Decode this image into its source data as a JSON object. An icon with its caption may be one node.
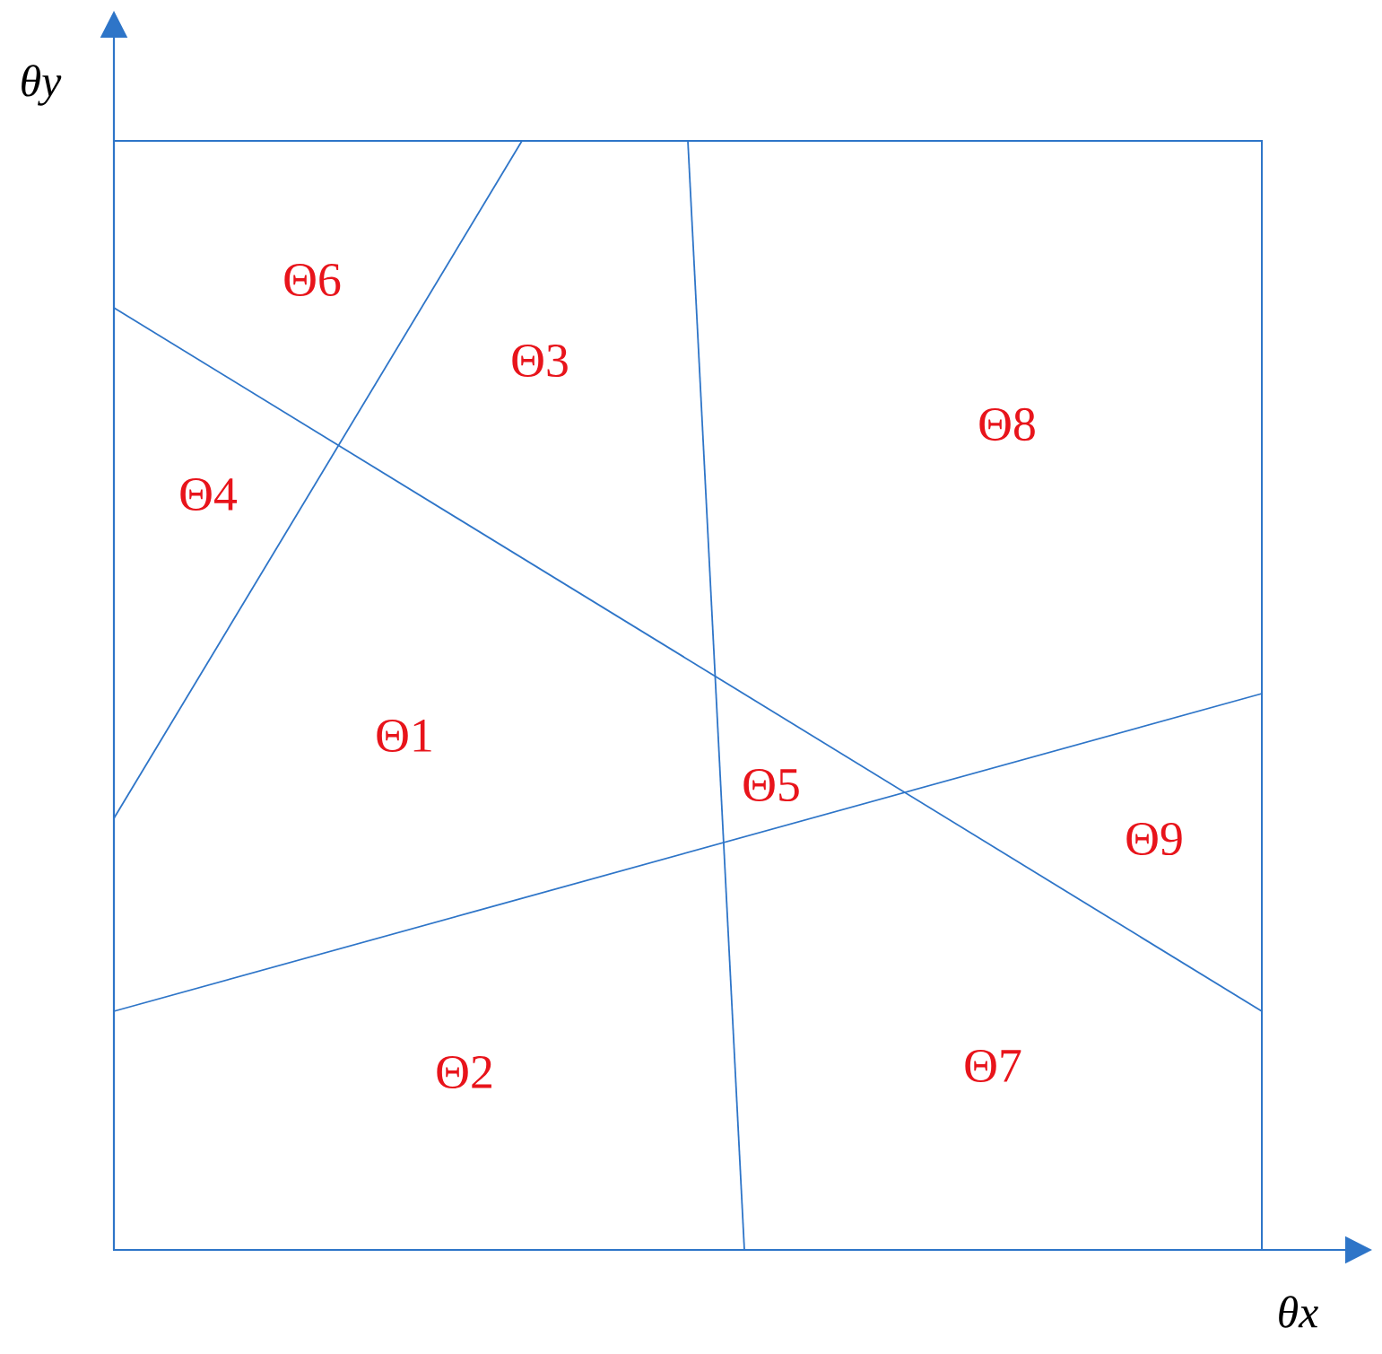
{
  "diagram": {
    "labels": [
      "θy",
      "Θ6",
      "Θ3",
      "Θ8",
      "Θ4",
      "Θ1",
      "Θ5",
      "Θ9",
      "Θ2",
      "Θ7",
      "θx"
    ]
  }
}
